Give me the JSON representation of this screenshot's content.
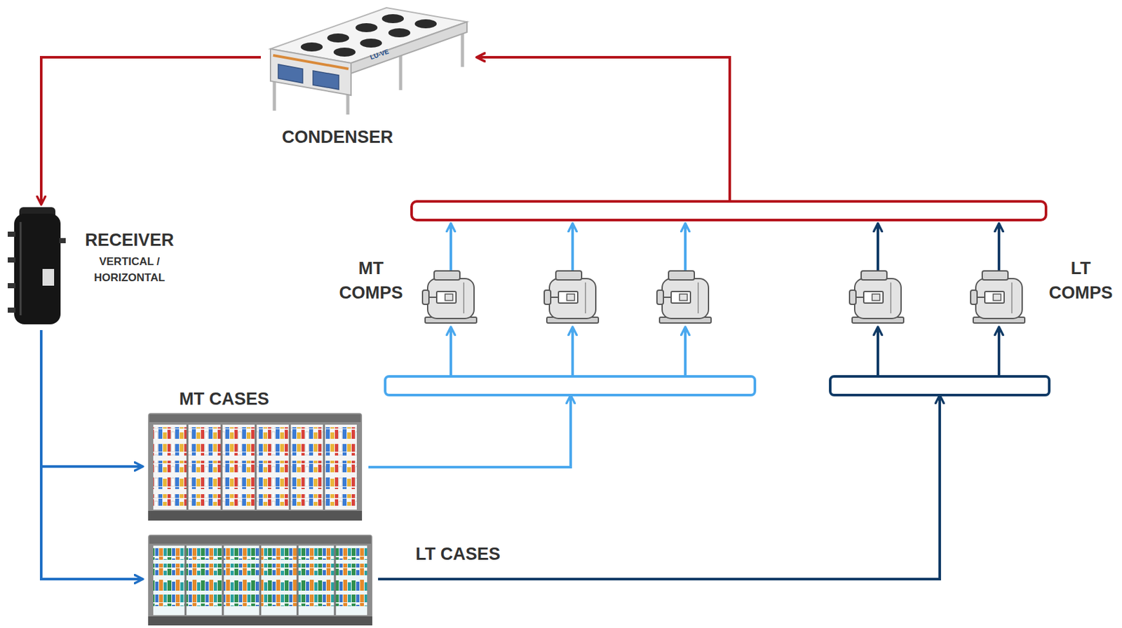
{
  "diagram": {
    "nodes": [
      {
        "text": [
          "CONDENSER"
        ]
      },
      {
        "text": [
          "RECEIVER",
          "VERTICAL / HORIZONTAL"
        ]
      },
      {
        "text": [
          "MT CASES"
        ]
      },
      {
        "text": [
          "LT CASES"
        ]
      },
      {
        "text": [
          "MT COMPS"
        ]
      },
      {
        "text": [
          "LT COMPS"
        ]
      }
    ],
    "edges": [
      {
        "from": 0,
        "to": 1,
        "arrow": "to"
      },
      {
        "from": 1,
        "to": 2,
        "arrow": "to"
      },
      {
        "from": 1,
        "to": 3,
        "arrow": "to"
      },
      {
        "from": 2,
        "to": 4,
        "arrow": "to"
      },
      {
        "from": 3,
        "to": 5,
        "arrow": "to"
      },
      {
        "from": 4,
        "to": 0,
        "arrow": "to"
      },
      {
        "from": 5,
        "to": 0,
        "arrow": "to"
      }
    ],
    "labels": [
      "LU-VE"
    ]
  }
}
